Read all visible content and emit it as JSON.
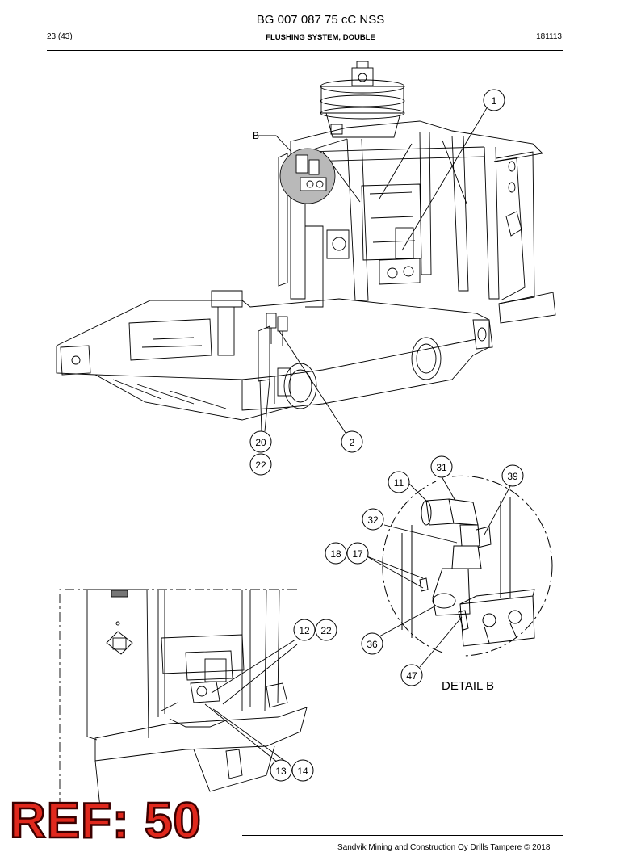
{
  "header": {
    "doc_title": "BG 007 087 75 cC NSS",
    "page": "23 (43)",
    "section": "FLUSHING SYSTEM, DOUBLE",
    "code": "181113"
  },
  "main_view": {
    "callouts": [
      "1",
      "2",
      "20",
      "22"
    ],
    "detail_ref": "B"
  },
  "detail_b": {
    "label": "DETAIL B",
    "callouts": [
      "11",
      "31",
      "39",
      "32",
      "18",
      "17",
      "36",
      "47"
    ]
  },
  "lower_view": {
    "callouts": [
      "12",
      "22",
      "13",
      "14"
    ]
  },
  "stamp": "REF: 50",
  "footer": {
    "copyright": "Sandvik Mining and Construction Oy Drills Tampere © 2018"
  }
}
